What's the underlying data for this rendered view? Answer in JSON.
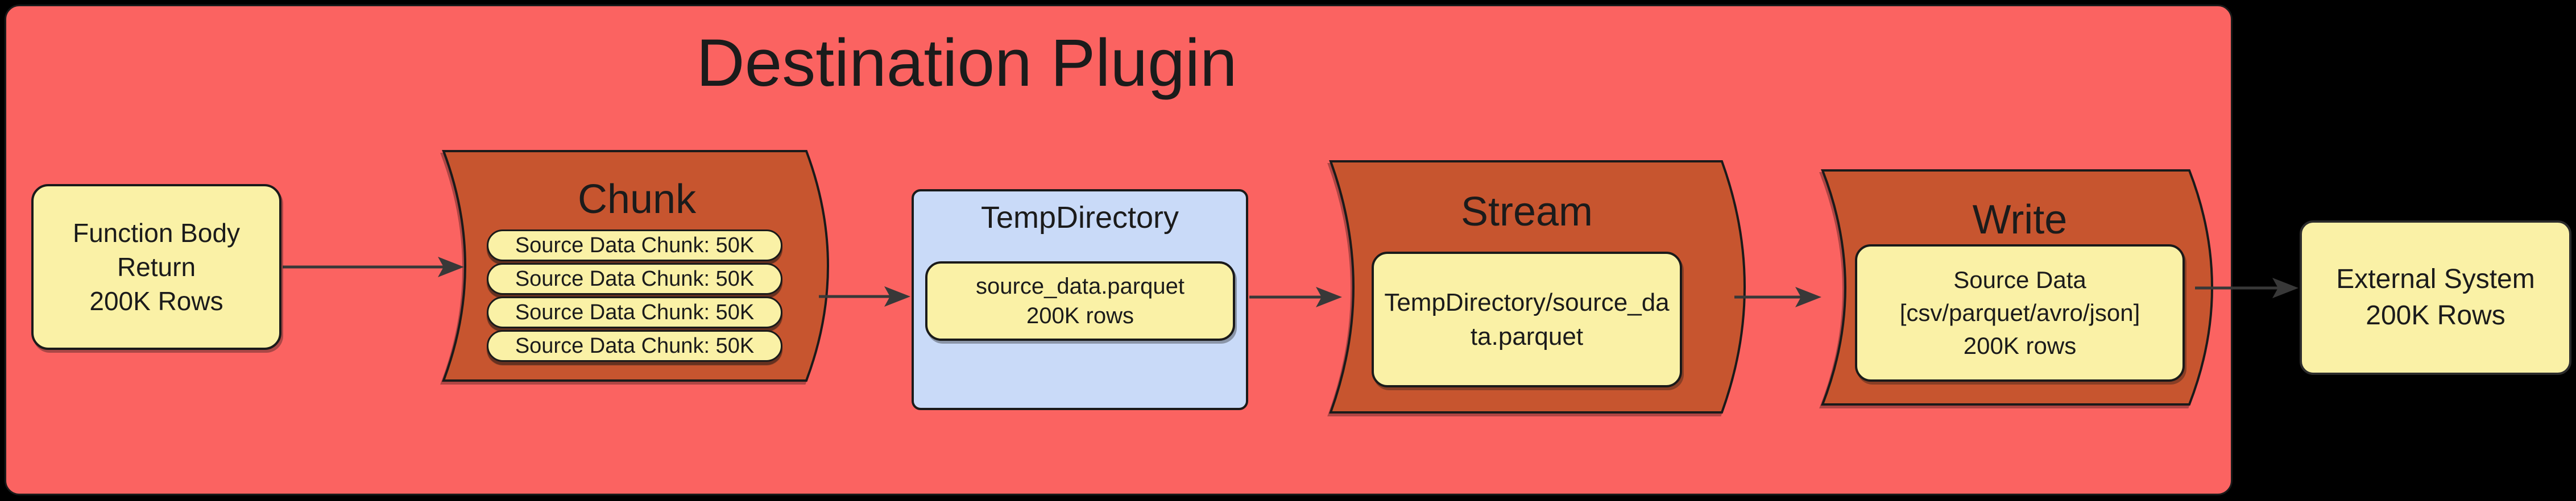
{
  "title": "Destination Plugin",
  "nodes": {
    "function_body_return": {
      "lines": [
        "Function Body",
        "Return",
        "200K Rows"
      ]
    },
    "chunk": {
      "label": "Chunk",
      "pills": [
        "Source Data Chunk: 50K",
        "Source Data Chunk: 50K",
        "Source Data Chunk: 50K",
        "Source Data Chunk: 50K"
      ]
    },
    "temp_directory": {
      "label": "TempDirectory",
      "file": {
        "lines": [
          "source_data.parquet",
          "200K rows"
        ]
      }
    },
    "stream": {
      "label": "Stream",
      "file": {
        "lines": [
          "TempDirectory/source_da",
          "ta.parquet"
        ]
      }
    },
    "write": {
      "label": "Write",
      "file": {
        "lines": [
          "Source Data",
          "[csv/parquet/avro/json]",
          "200K rows"
        ]
      }
    },
    "external_system": {
      "lines": [
        "External System",
        "200K Rows"
      ]
    }
  },
  "colors": {
    "background": "#000000",
    "container_fill": "#FB6361",
    "process_fill": "#C7552F",
    "file_fill": "#FAF1A6",
    "directory_fill": "#C9DAF8",
    "stroke": "#1A1A1A",
    "arrow": "#383838",
    "text": "#1B1B1B"
  }
}
